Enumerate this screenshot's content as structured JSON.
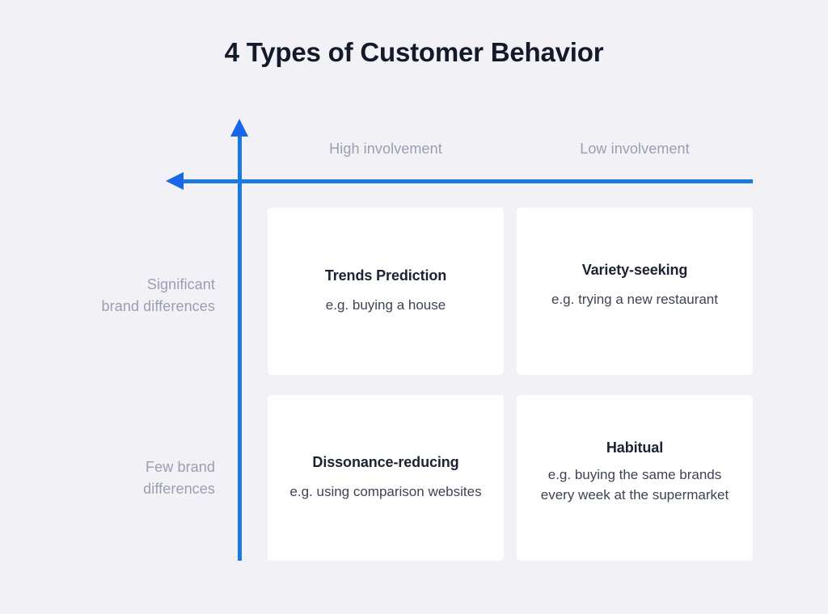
{
  "diagram": {
    "title": "4 Types of Customer Behavior",
    "background_color": "#f1f1f6",
    "accent_color": "#1a7ae0",
    "title_color": "#141a29",
    "axis_label_color": "#9a9eb0",
    "axes": {
      "vertical": {
        "name": "vertical-axis",
        "arrow_direction": "up"
      },
      "horizontal": {
        "name": "horizontal-axis",
        "arrow_direction": "left"
      }
    },
    "column_labels": [
      {
        "label": "High involvement"
      },
      {
        "label": "Low involvement"
      }
    ],
    "row_labels": [
      {
        "line1": "Significant",
        "line2": "brand differences"
      },
      {
        "line1": "Few brand",
        "line2": "differences"
      }
    ],
    "quadrants": [
      {
        "id": "trends-prediction",
        "title": "Trends Prediction",
        "example": "e.g. buying a house",
        "row": "Significant brand differences",
        "column": "High involvement"
      },
      {
        "id": "variety-seeking",
        "title": "Variety-seeking",
        "example": "e.g. trying a new restaurant",
        "row": "Significant brand differences",
        "column": "Low involvement"
      },
      {
        "id": "dissonance-reducing",
        "title": "Dissonance-reducing",
        "example": "e.g. using comparison websites",
        "row": "Few brand differences",
        "column": "High involvement"
      },
      {
        "id": "habitual",
        "title": "Habitual",
        "example": "e.g. buying the same brands every week at the supermarket",
        "row": "Few brand differences",
        "column": "Low involvement"
      }
    ]
  }
}
